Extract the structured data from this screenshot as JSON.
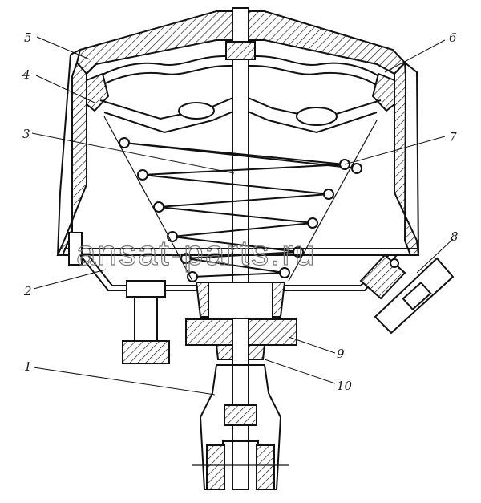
{
  "callouts": [
    {
      "id": "1",
      "text": "1"
    },
    {
      "id": "2",
      "text": "2"
    },
    {
      "id": "3",
      "text": "3"
    },
    {
      "id": "4",
      "text": "4"
    },
    {
      "id": "5",
      "text": "5"
    },
    {
      "id": "6",
      "text": "6"
    },
    {
      "id": "7",
      "text": "7"
    },
    {
      "id": "8",
      "text": "8"
    },
    {
      "id": "9",
      "text": "9"
    },
    {
      "id": "10",
      "text": "10"
    }
  ],
  "watermark": "ansat-parts.ru",
  "colors": {
    "ink": "#111111",
    "paper": "#ffffff"
  }
}
